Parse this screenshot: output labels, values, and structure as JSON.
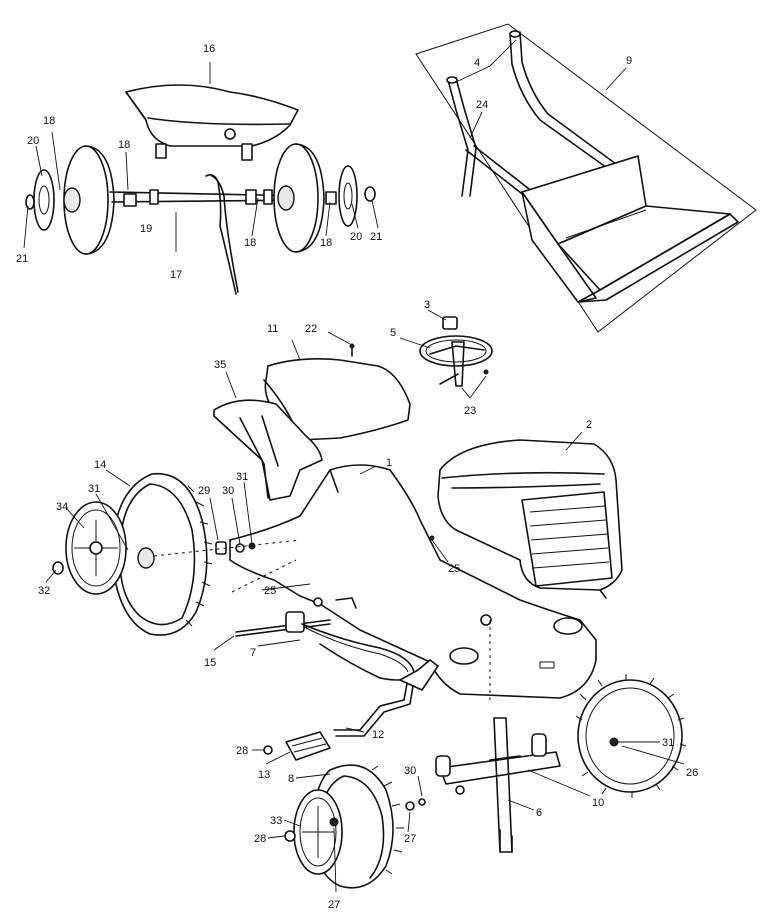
{
  "callouts": [
    {
      "text": "16"
    },
    {
      "text": "18"
    },
    {
      "text": "20"
    },
    {
      "text": "18"
    },
    {
      "text": "21"
    },
    {
      "text": "19"
    },
    {
      "text": "17"
    },
    {
      "text": "18"
    },
    {
      "text": "18"
    },
    {
      "text": "20"
    },
    {
      "text": "21"
    },
    {
      "text": "4"
    },
    {
      "text": "9"
    },
    {
      "text": "24"
    },
    {
      "text": "3"
    },
    {
      "text": "5"
    },
    {
      "text": "23"
    },
    {
      "text": "11"
    },
    {
      "text": "22"
    },
    {
      "text": "35"
    },
    {
      "text": "2"
    },
    {
      "text": "1"
    },
    {
      "text": "14"
    },
    {
      "text": "34"
    },
    {
      "text": "31"
    },
    {
      "text": "29"
    },
    {
      "text": "30"
    },
    {
      "text": "31"
    },
    {
      "text": "32"
    },
    {
      "text": "25"
    },
    {
      "text": "25"
    },
    {
      "text": "15"
    },
    {
      "text": "7"
    },
    {
      "text": "12"
    },
    {
      "text": "28"
    },
    {
      "text": "13"
    },
    {
      "text": "8"
    },
    {
      "text": "30"
    },
    {
      "text": "31"
    },
    {
      "text": "26"
    },
    {
      "text": "10"
    },
    {
      "text": "6"
    },
    {
      "text": "33"
    },
    {
      "text": "28"
    },
    {
      "text": "27"
    },
    {
      "text": "27"
    }
  ]
}
